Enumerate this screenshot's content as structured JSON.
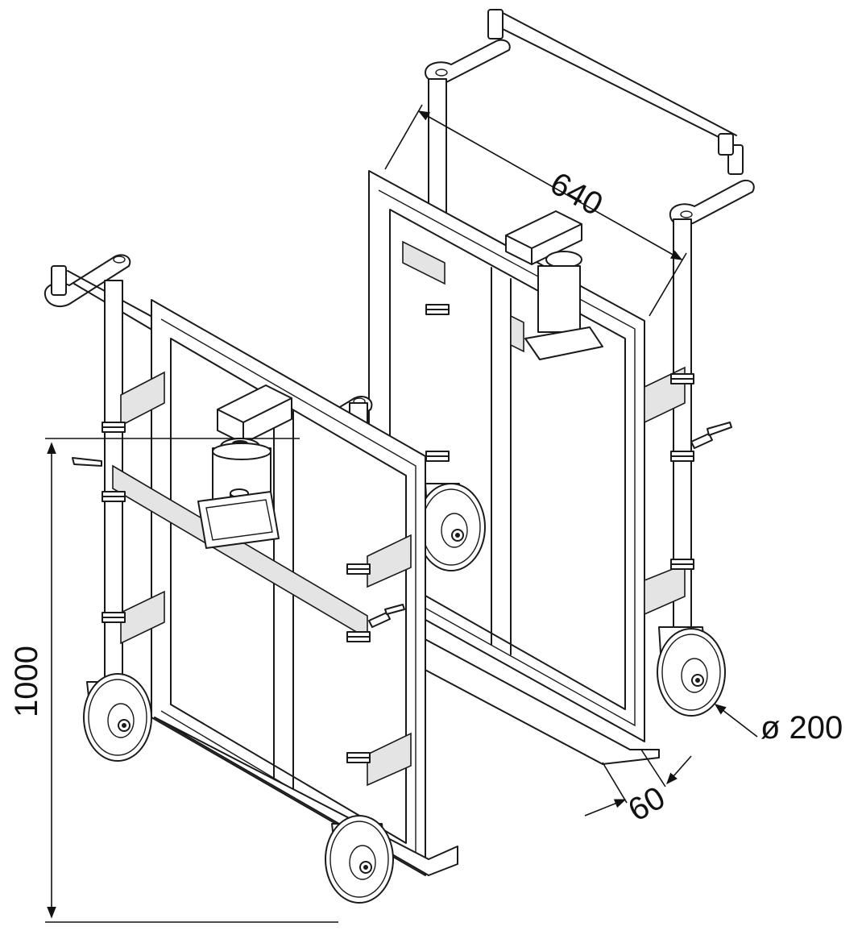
{
  "dimensions": {
    "width_label": "640",
    "height_label": "1000",
    "wheel_diameter_label": "ø 200",
    "base_thickness_label": "60"
  },
  "colors": {
    "line": "#1a1a1a",
    "background": "#ffffff",
    "shade": "#e4e4e4"
  }
}
